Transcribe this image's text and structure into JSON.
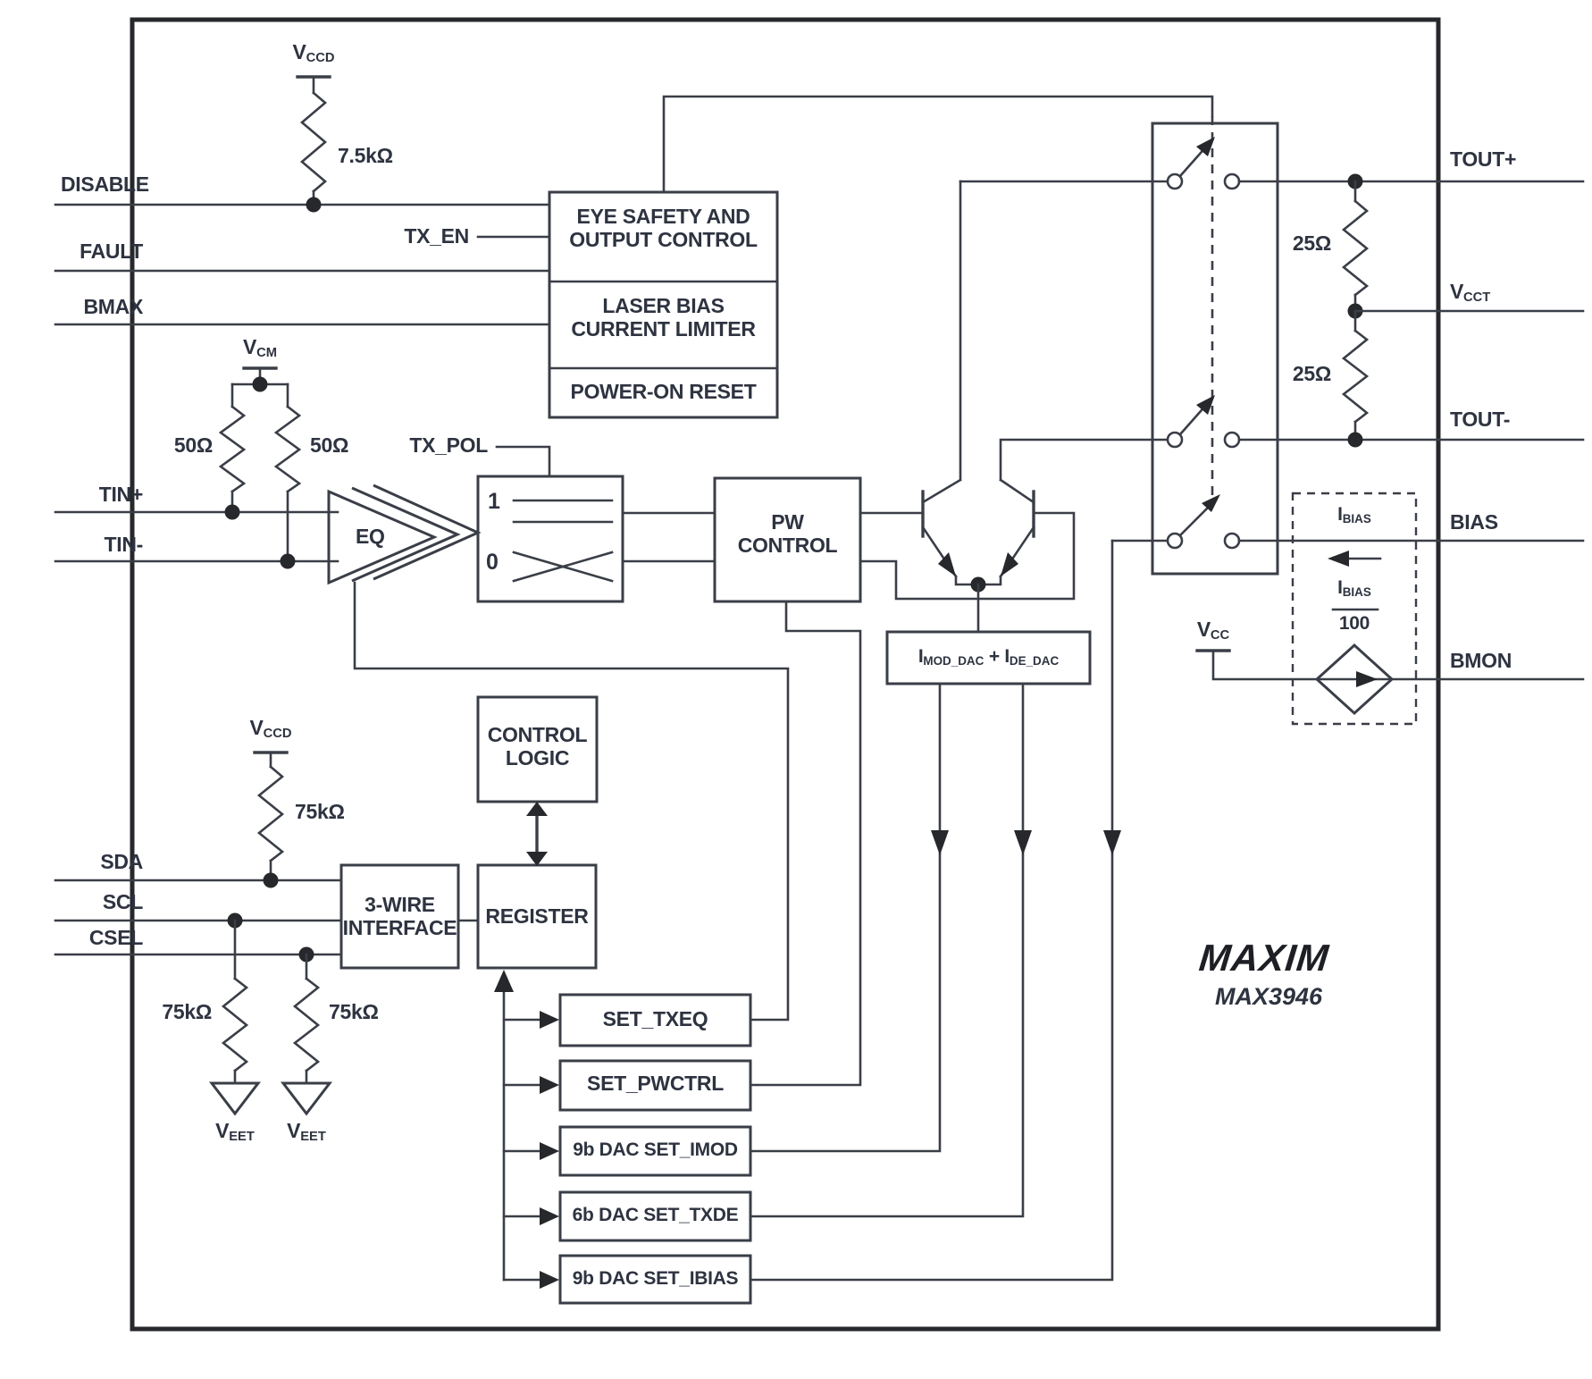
{
  "pins_left": {
    "disable": "DISABLE",
    "fault": "FAULT",
    "bmax": "BMAX",
    "tin_p": "TIN+",
    "tin_n": "TIN-",
    "sda": "SDA",
    "scl": "SCL",
    "csel": "CSEL"
  },
  "pins_right": {
    "tout_p": "TOUT+",
    "vcct": [
      {
        "b": "V",
        "s": "CCT"
      }
    ],
    "tout_n": "TOUT-",
    "bias": "BIAS",
    "bmon": "BMON"
  },
  "supplies": {
    "vccd_top": [
      {
        "b": "V",
        "s": "CCD"
      }
    ],
    "vccd_sda": [
      {
        "b": "V",
        "s": "CCD"
      }
    ],
    "vcm": [
      {
        "b": "V",
        "s": "CM"
      }
    ],
    "vcc": [
      {
        "b": "V",
        "s": "CC"
      }
    ],
    "veet_left": [
      {
        "b": "V",
        "s": "EET"
      }
    ],
    "veet_right": [
      {
        "b": "V",
        "s": "EET"
      }
    ]
  },
  "resistors": {
    "r_disable": "7.5kΩ",
    "r50_left": "50Ω",
    "r50_right": "50Ω",
    "r25_top": "25Ω",
    "r25_bottom": "25Ω",
    "r_sda": "75kΩ",
    "r_scl": "75kΩ",
    "r_csel": "75kΩ"
  },
  "blocks": {
    "eye_safety_line1": "EYE SAFETY AND",
    "eye_safety_line2": "OUTPUT CONTROL",
    "laser_line1": "LASER BIAS",
    "laser_line2": "CURRENT LIMITER",
    "por": "POWER-ON RESET",
    "pw_line1": "PW",
    "pw_line2": "CONTROL",
    "control_logic_line1": "CONTROL",
    "control_logic_line2": "LOGIC",
    "register": "REGISTER",
    "wire3_line1": "3-WIRE",
    "wire3_line2": "INTERFACE",
    "dac_sum": [
      {
        "b": "I",
        "s": "MOD_DAC"
      },
      {
        "t": " + "
      },
      {
        "b": "I",
        "s": "DE_DAC"
      }
    ],
    "set_txeq": "SET_TXEQ",
    "set_pwctrl": "SET_PWCTRL",
    "set_imod": "9b DAC SET_IMOD",
    "set_txde": "6b DAC SET_TXDE",
    "set_ibias": "9b DAC SET_IBIAS"
  },
  "signals": {
    "tx_en": "TX_EN",
    "tx_pol": "TX_POL",
    "eq": "EQ",
    "mux_one": "1",
    "mux_zero": "0"
  },
  "current_source": {
    "ibias": [
      {
        "b": "I",
        "s": "BIAS"
      }
    ],
    "ratio_num": [
      {
        "b": "I",
        "s": "BIAS"
      }
    ],
    "ratio_den": "100"
  },
  "logo": {
    "brand": "MAXIM",
    "part": "MAX3946"
  },
  "colors": {
    "line": "#3a3e47",
    "text": "#2e3340",
    "background": "#ffffff"
  }
}
